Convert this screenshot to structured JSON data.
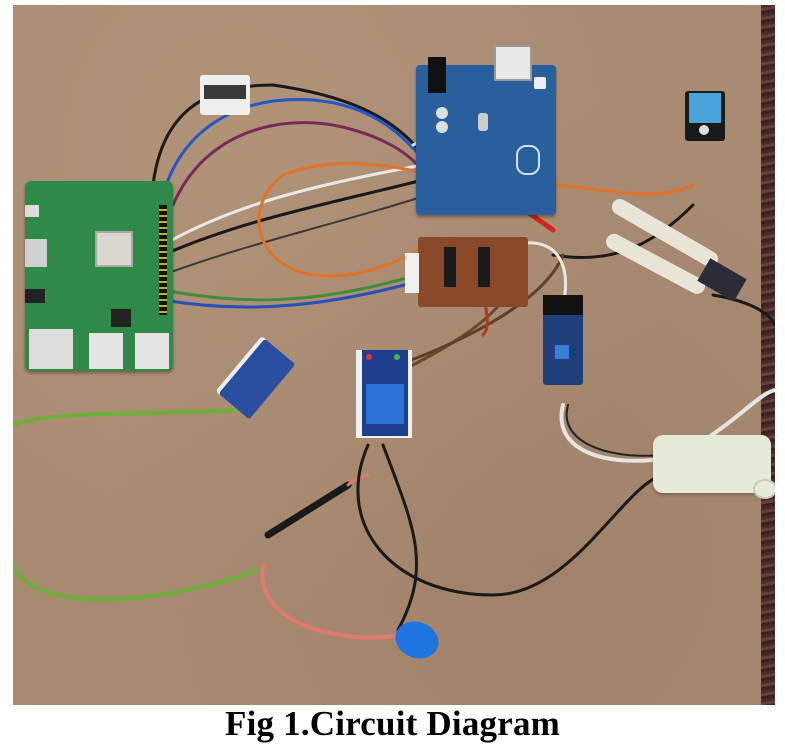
{
  "figure": {
    "caption": "Fig 1.Circuit Diagram",
    "photo_description": "Top-down photo of an IoT irrigation prototype mounted on a hardboard panel"
  },
  "components": [
    {
      "id": "raspberry-pi",
      "label": "Raspberry Pi board",
      "color": "#2f8a4a"
    },
    {
      "id": "arduino-uno",
      "label": "Arduino Uno board",
      "color": "#2a5f9e"
    },
    {
      "id": "adc-module",
      "label": "Small module with header (top-left)",
      "color": "#3a3a3a"
    },
    {
      "id": "pcb-perfboard",
      "label": "Custom PCB / perfboard",
      "color": "#8a4a2a"
    },
    {
      "id": "dht11-sensor",
      "label": "DHT11 temperature & humidity sensor",
      "color": "#4aa3d8"
    },
    {
      "id": "soil-moisture-probe",
      "label": "Soil moisture probe",
      "color": "#e8e4d8"
    },
    {
      "id": "sensor-module-left",
      "label": "Sensor module (blue)",
      "color": "#2a4fa0"
    },
    {
      "id": "relay-module",
      "label": "Relay module",
      "color": "#2a62b8"
    },
    {
      "id": "sensor-module-right",
      "label": "Soil moisture comparator module",
      "color": "#1f3f7a"
    },
    {
      "id": "water-pump",
      "label": "Mini submersible water pump",
      "color": "#e6ead8"
    },
    {
      "id": "buzzer",
      "label": "Blue piezo buzzer",
      "color": "#1f74e0"
    }
  ],
  "colors": {
    "board_background": "#a98b72",
    "caption_text": "#000000",
    "page_background": "#ffffff"
  }
}
